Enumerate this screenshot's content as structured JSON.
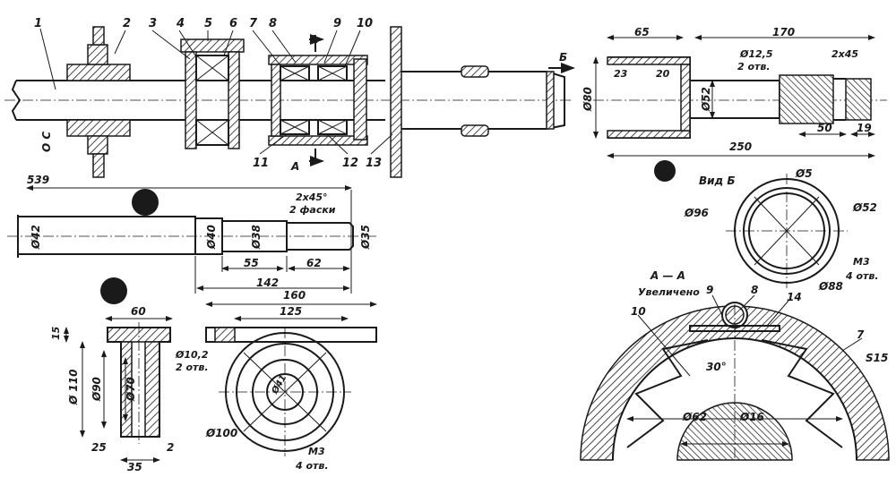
{
  "assembly": {
    "callouts": [
      "1",
      "2",
      "3",
      "4",
      "5",
      "6",
      "7",
      "8",
      "9",
      "10",
      "11",
      "12",
      "13"
    ],
    "axis_label": "O C",
    "section_mark": "A",
    "view_mark": "Б"
  },
  "sleeve_part": {
    "dim_65": "65",
    "dim_170": "170",
    "dim_23": "23",
    "dim_20": "20",
    "hole_note_dia": "Ø12,5",
    "hole_note_count": "2 отв.",
    "chamfer": "2x45",
    "dia_80": "Ø80",
    "dia_52": "Ø52",
    "dim_50": "50",
    "dim_19": "19",
    "dim_250": "250"
  },
  "shaft_part": {
    "dim_539": "539",
    "chamfer_note": "2x45°",
    "chamfer_count": "2 фаски",
    "dia_42": "Ø42",
    "dia_40": "Ø40",
    "dia_38": "Ø38",
    "dia_35": "Ø35",
    "dim_55": "55",
    "dim_62": "62",
    "dim_142": "142"
  },
  "view_b": {
    "title": "Вид Б",
    "dia_5": "Ø5",
    "dia_96": "Ø96",
    "dia_52": "Ø52",
    "dia_88": "Ø88",
    "thread": "М3",
    "thread_count": "4 отв."
  },
  "cup_part": {
    "dim_60": "60",
    "dim_15": "15",
    "dia_110": "Ø 110",
    "dia_90": "Ø90",
    "dia_70": "Ø70",
    "dim_25": "25",
    "dim_2": "2",
    "dim_35": "35"
  },
  "flange_part": {
    "dim_160": "160",
    "dim_125": "125",
    "hole_dia": "Ø10,2",
    "hole_count": "2 отв.",
    "dia_41": "Ø41",
    "dia_100": "Ø100",
    "thread": "М3",
    "thread_count": "4 отв."
  },
  "section_aa": {
    "title": "А — А",
    "subtitle": "Увеличено",
    "callout_9": "9",
    "callout_8": "8",
    "callout_14": "14",
    "callout_10": "10",
    "callout_7": "7",
    "angle": "30°",
    "radius": "S15",
    "dia_62": "Ø62",
    "dia_16": "Ø16"
  }
}
